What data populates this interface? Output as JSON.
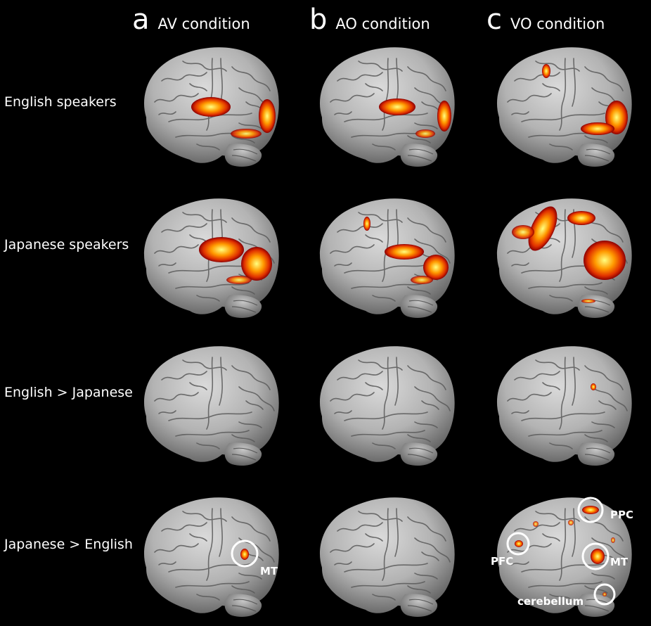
{
  "columns": [
    {
      "letter": "a",
      "title": "AV condition"
    },
    {
      "letter": "b",
      "title": "AO condition"
    },
    {
      "letter": "c",
      "title": "VO condition"
    }
  ],
  "rows": [
    {
      "label": "English speakers"
    },
    {
      "label": "Japanese speakers"
    },
    {
      "label": "English > Japanese"
    },
    {
      "label": "Japanese > English"
    }
  ],
  "roi_labels": {
    "av_mt": "MT",
    "vo_ppc": "PPC",
    "vo_pfc": "PFC",
    "vo_mt": "MT",
    "vo_cerebellum": "cerebellum"
  },
  "colors": {
    "background": "#000000",
    "brain_surface": "#b8b8b8",
    "activation_low": "#8b0000",
    "activation_mid": "#ff4500",
    "activation_high": "#ffff66",
    "roi_circle": "#ffffff"
  }
}
